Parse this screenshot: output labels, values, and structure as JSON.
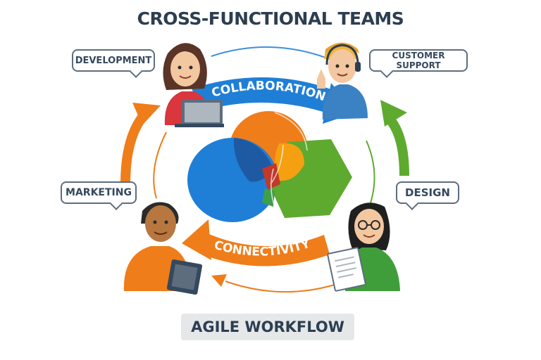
{
  "title": "CROSS-FUNCTIONAL TEAMS",
  "roles": {
    "development": "DEVELOPMENT",
    "customer_support": "CUSTOMER SUPPORT",
    "marketing": "MARKETING",
    "design": "DESIGN"
  },
  "flow_labels": {
    "top": "COLLABORATION",
    "bottom": "CONNECTIVITY"
  },
  "footer": "AGILE WORKFLOW",
  "colors": {
    "blue": "#1f7fd6",
    "orange": "#ef7d1a",
    "green": "#5eaa2f",
    "title_text": "#2c3e50"
  }
}
